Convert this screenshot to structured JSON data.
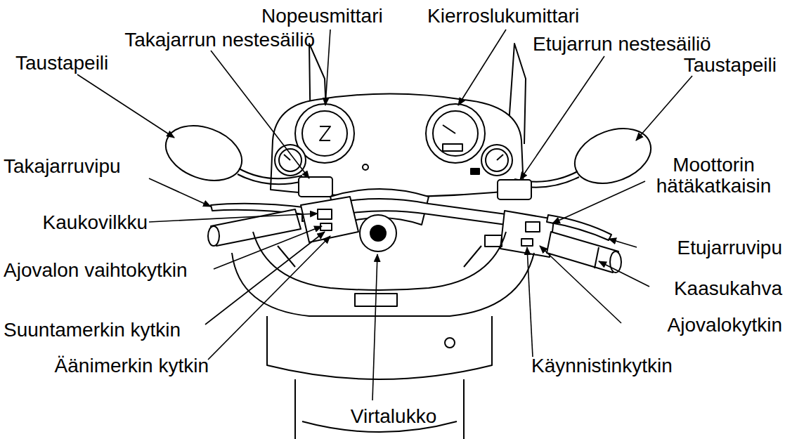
{
  "diagram": {
    "labels": [
      "Nopeusmittari",
      "Kierroslukumittari",
      "Takajarrun nestesäiliö",
      "Etujarrun nestesäiliö",
      "Taustapeili",
      "Taustapeili",
      "Takajarruvipu",
      "Moottorin hätäkatkaisin",
      "Kaukovilkku",
      "Etujarruvipu",
      "Ajovalon vaihtokytkin",
      "Kaasukahva",
      "Ajovalokytkin",
      "Suuntamerkin kytkin",
      "Äänimerkin kytkin",
      "Käynnistinkytkin",
      "Virtalukko"
    ]
  }
}
